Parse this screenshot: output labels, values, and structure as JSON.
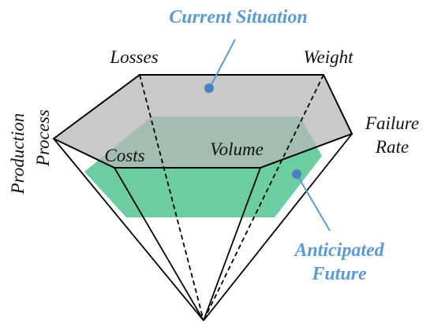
{
  "diagram": {
    "callouts": {
      "current": {
        "label": "Current Situation"
      },
      "future": {
        "line1": "Anticipated",
        "line2": "Future"
      }
    },
    "dimensions": {
      "losses": "Losses",
      "weight": "Weight",
      "failure_rate_line1": "Failure",
      "failure_rate_line2": "Rate",
      "volume": "Volume",
      "costs": "Costs",
      "production_process_line1": "Production",
      "production_process_line2": "Process"
    },
    "colors": {
      "current_fill": "#b7b7b7",
      "future_fill": "#52c58f",
      "callout_text": "#5b9bd5",
      "callout_line": "#5b9bd5",
      "callout_dot": "#4a7fc1",
      "outline": "#000000"
    }
  }
}
